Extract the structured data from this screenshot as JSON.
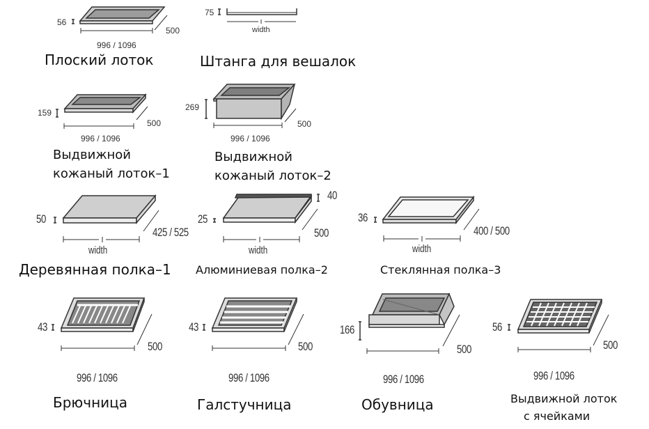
{
  "items": [
    {
      "name": "Плоский лоток",
      "height": "56",
      "width": "996 / 1096",
      "depth": "500"
    },
    {
      "name": "Штанга для вешалок",
      "height": "75",
      "width": "width"
    },
    {
      "name_lines": [
        "Выдвижной",
        "кожаный лоток–1"
      ],
      "height": "159",
      "width": "996 / 1096",
      "depth": "500"
    },
    {
      "name_lines": [
        "Выдвижной",
        "кожаный лоток–2"
      ],
      "height": "269",
      "width": "996 / 1096",
      "depth": "500"
    },
    {
      "name": "Деревянная полка–1",
      "height": "50",
      "width": "width",
      "depth": "425 / 525"
    },
    {
      "name": "Алюминиевая полка–2",
      "height": "25",
      "top": "40",
      "width": "width",
      "depth": "500"
    },
    {
      "name": "Стеклянная полка–3",
      "height": "36",
      "width": "width",
      "depth": "400 / 500"
    },
    {
      "name": "Брючница",
      "height": "43",
      "width": "996 / 1096",
      "depth": "500"
    },
    {
      "name": "Галстучница",
      "height": "43",
      "width": "996 / 1096",
      "depth": "500"
    },
    {
      "name": "Обувница",
      "height": "166",
      "width": "996 / 1096",
      "depth": "500"
    },
    {
      "name_lines": [
        "Выдвижной лоток",
        "с ячейками"
      ],
      "height": "56",
      "width": "996 / 1096",
      "depth": "500"
    }
  ]
}
